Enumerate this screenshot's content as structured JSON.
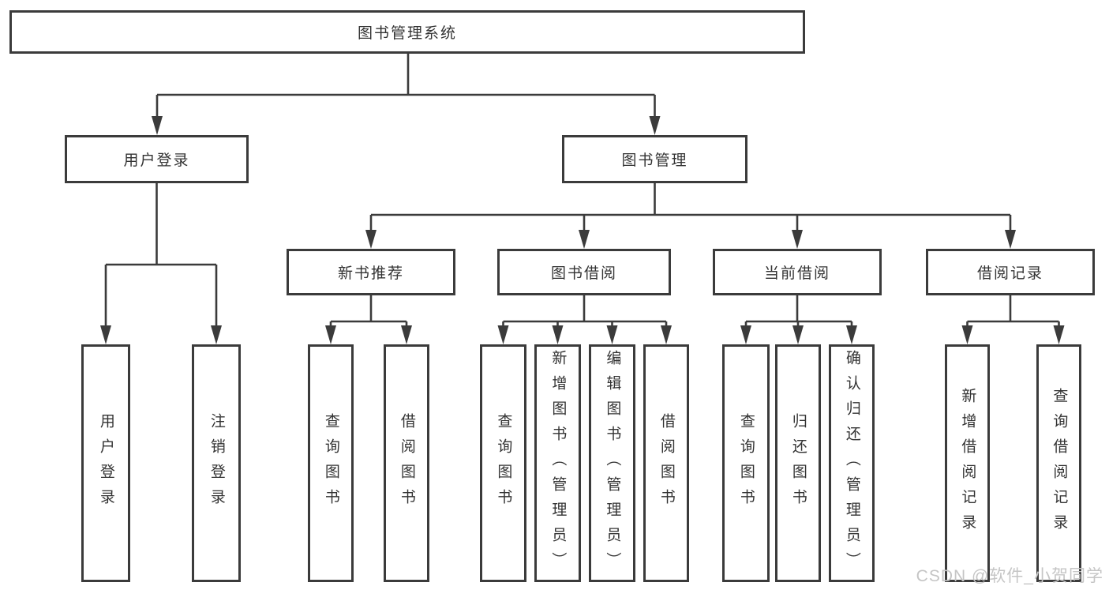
{
  "diagram": {
    "root": "图书管理系统",
    "branches": [
      {
        "label": "用户登录",
        "children": [
          "用户登录",
          "注销登录"
        ]
      },
      {
        "label": "图书管理",
        "groups": [
          {
            "label": "新书推荐",
            "children": [
              "查询图书",
              "借阅图书"
            ]
          },
          {
            "label": "图书借阅",
            "children": [
              "查询图书",
              "新增图书（管理员）",
              "编辑图书（管理员）",
              "借阅图书"
            ]
          },
          {
            "label": "当前借阅",
            "children": [
              "查询图书",
              "归还图书",
              "确认归还（管理员）"
            ]
          },
          {
            "label": "借阅记录",
            "children": [
              "新增借阅记录",
              "查询借阅记录"
            ]
          }
        ]
      }
    ]
  },
  "watermark": "CSDN @软件_小贺同学",
  "colors": {
    "line": "#3b3b3b",
    "box_border": "#3b3b3b",
    "text": "#333333",
    "watermark_text": "#c5c5c5",
    "background": "#ffffff"
  }
}
